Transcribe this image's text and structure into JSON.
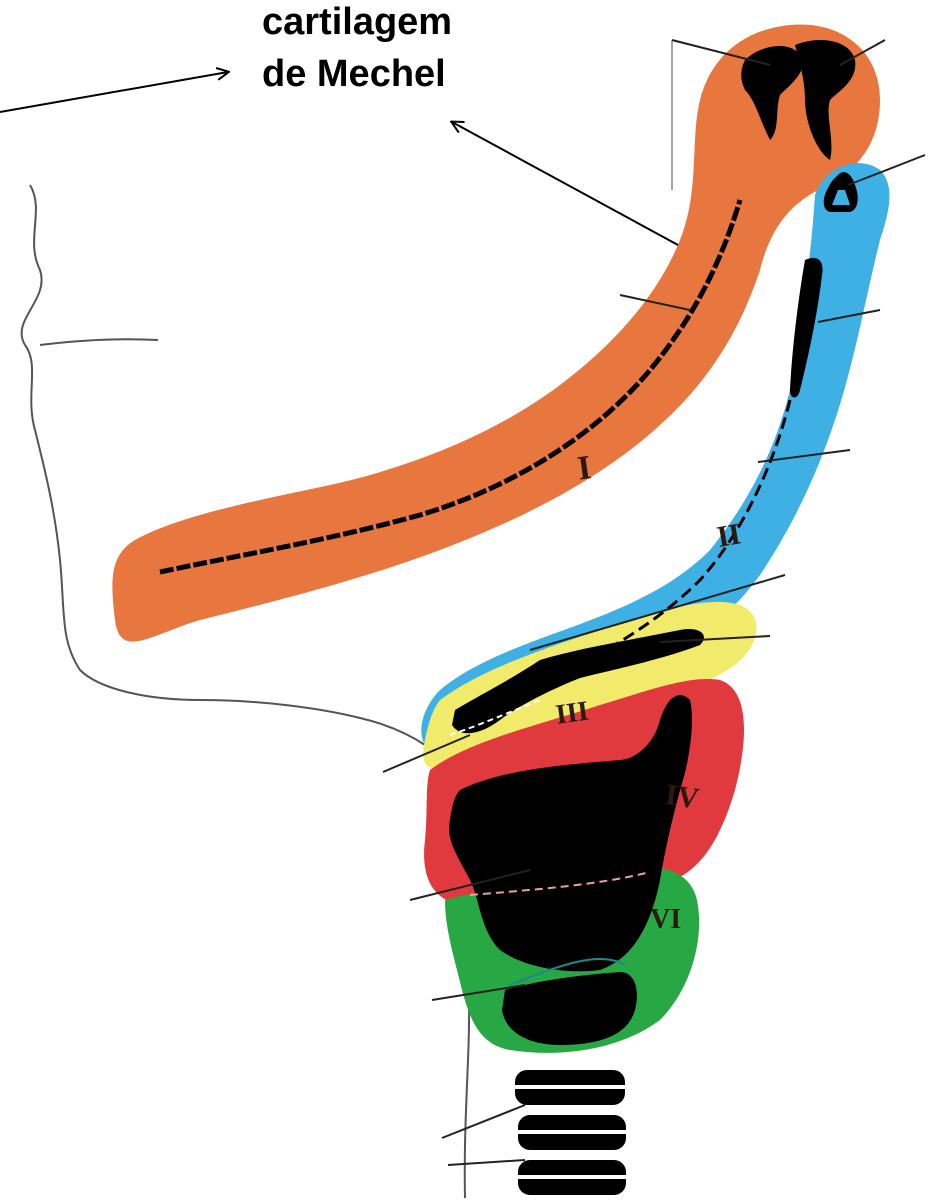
{
  "annotation": {
    "line1": "cartilagem",
    "line2": "de Mechel"
  },
  "arch_labels": {
    "arch_1": "I",
    "arch_2": "II",
    "arch_3": "III",
    "arch_4": "IV",
    "arch_6": "VI"
  },
  "colors": {
    "arch_1": "#e8773f",
    "arch_2": "#3fb0e4",
    "arch_3": "#f2ea6a",
    "arch_4": "#e03a3e",
    "arch_6": "#27a845",
    "cartilage": "#000000",
    "outline": "#555555"
  }
}
